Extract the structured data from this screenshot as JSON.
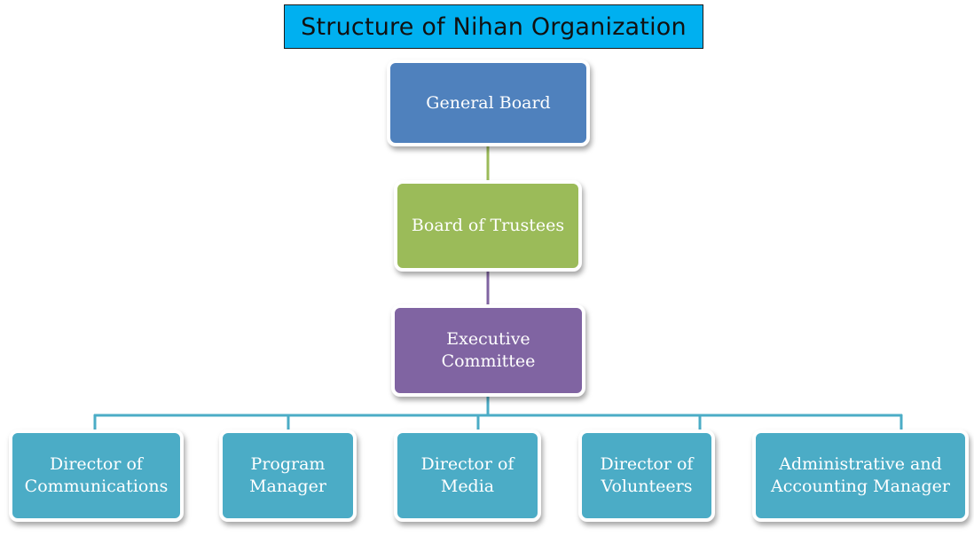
{
  "title": "Structure of Nihan Organization",
  "colors": {
    "title_bg": "#00b0f0",
    "general_board": "#4f81bd",
    "board_of_trustees": "#9bbb59",
    "executive_committee": "#8064a2",
    "staff": "#4bacc6",
    "connector_top": "#9bbb59",
    "connector_mid": "#8064a2",
    "connector_bottom": "#4bacc6"
  },
  "nodes": {
    "general_board": "General Board",
    "board_of_trustees": "Board of Trustees",
    "executive_committee": "Executive\nCommittee",
    "staff": [
      "Director of\nCommunications",
      "Program\nManager",
      "Director of\nMedia",
      "Director of\nVolunteers",
      "Administrative and\nAccounting Manager"
    ]
  },
  "hierarchy": [
    {
      "parent": "General Board",
      "child": "Board of Trustees"
    },
    {
      "parent": "Board of Trustees",
      "child": "Executive Committee"
    },
    {
      "parent": "Executive Committee",
      "child": "Director of Communications"
    },
    {
      "parent": "Executive Committee",
      "child": "Program Manager"
    },
    {
      "parent": "Executive Committee",
      "child": "Director of Media"
    },
    {
      "parent": "Executive Committee",
      "child": "Director of Volunteers"
    },
    {
      "parent": "Executive Committee",
      "child": "Administrative and Accounting Manager"
    }
  ]
}
